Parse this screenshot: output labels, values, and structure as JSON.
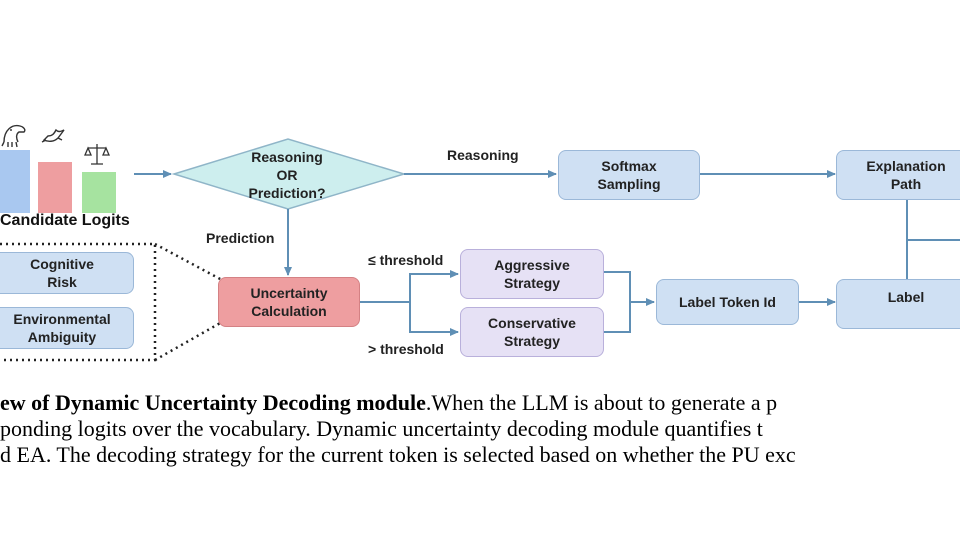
{
  "diagram": {
    "logits_label": "Candidate Logits",
    "decision": "Reasoning\nOR\nPrediction?",
    "edge_reasoning": "Reasoning",
    "edge_prediction": "Prediction",
    "softmax": "Softmax\nSampling",
    "explanation": "Explanation\nPath",
    "cognitive": "Cognitive\nRisk",
    "environmental": "Environmental\nAmbiguity",
    "uncertainty": "Uncertainty\nCalculation",
    "le_threshold": "≤ threshold",
    "gt_threshold": "> threshold",
    "aggressive": "Aggressive\nStrategy",
    "conservative": "Conservative\nStrategy",
    "label_token": "Label Token Id",
    "label": "Label",
    "colors": {
      "bar_blue": "#a9c8f0",
      "bar_red": "#ee9ea0",
      "bar_green": "#a6e3a0",
      "diamond": "#cdeeee",
      "arrow": "#5f8fb5"
    },
    "icons": [
      "eagle-icon",
      "dove-icon",
      "scales-icon"
    ]
  },
  "caption": {
    "line1_bold": "ew of Dynamic Uncertainty Decoding module",
    "line1_rest": ".When the LLM is about to generate a p",
    "line2": "ponding logits over the vocabulary. Dynamic uncertainty decoding module quantifies t",
    "line3": "d EA. The decoding strategy for the current token is selected based on whether the PU exc"
  }
}
